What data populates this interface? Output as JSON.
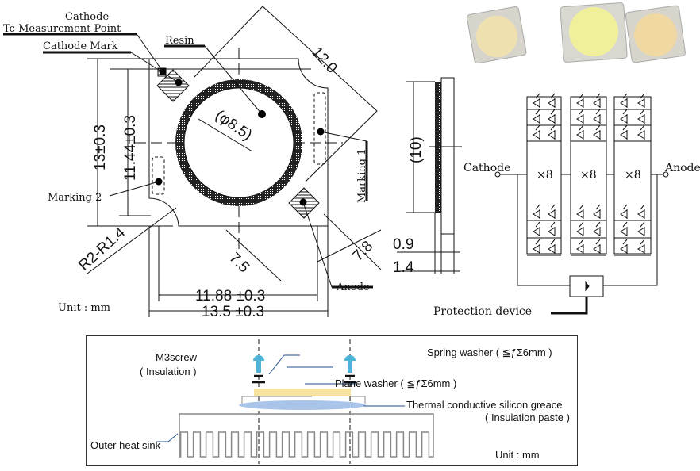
{
  "top_view": {
    "cathode": "Cathode",
    "tc_point": "Tc Measurement Point",
    "cathode_mark": "Cathode Mark",
    "resin": "Resin",
    "diameter": "(φ8.5)",
    "marking1": "Marking 1",
    "marking2": "Marking 2",
    "anode": "Anode",
    "dim_12": "12.0",
    "dim_13": "13±0.3",
    "dim_1144": "11.44±0.3",
    "dim_radius": "R2-R1.4",
    "dim_75": "7.5",
    "dim_78": "7.8",
    "dim_1188": "11.88 ±0.3",
    "dim_135": "13.5 ±0.3",
    "unit": "Unit : mm"
  },
  "side_view": {
    "dim_10": "(10)",
    "dim_09": "0.9",
    "dim_14": "1.4"
  },
  "circuit": {
    "cathode": "Cathode",
    "anode": "Anode",
    "multiplier": "×8",
    "protection": "Protection device"
  },
  "mounting": {
    "screw": "M3screw",
    "screw_note": "( Insulation )",
    "spring_washer": "Spring washer ( ≦ƒΣ6mm )",
    "plane_washer": "Plane washer ( ≦ƒΣ6mm )",
    "grease": "Thermal conductive silicon greace",
    "grease_note": "( Insulation paste )",
    "heat_sink": "Outer heat sink",
    "unit": "Unit : mm"
  },
  "colors": {
    "leader": "#1f4e8c",
    "substrate": "#f7e3a0",
    "grease": "#a9c4e8",
    "screw": "#4fb3d9"
  }
}
